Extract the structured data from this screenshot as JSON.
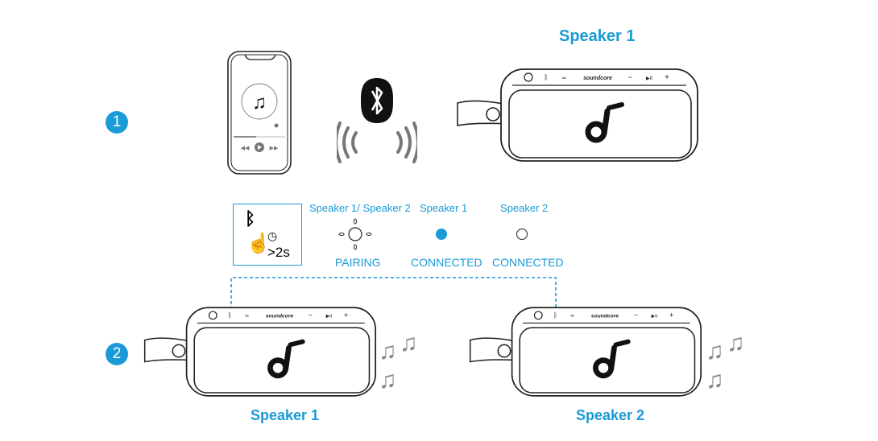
{
  "steps": [
    "1",
    "2"
  ],
  "top_speaker": {
    "title": "Speaker 1"
  },
  "speaker_buttons": {
    "brand": "soundcore",
    "minus": "−",
    "play": "▶II",
    "plus": "+"
  },
  "instruction": {
    "hold_time": ">2s",
    "bluetooth_glyph": "ᛒ"
  },
  "indicators": [
    {
      "label": "Speaker 1/ Speaker 2",
      "state": "PAIRING",
      "light": "blinking"
    },
    {
      "label": "Speaker 1",
      "state": "CONNECTED",
      "light": "solid-blue"
    },
    {
      "label": "Speaker 2",
      "state": "CONNECTED",
      "light": "off"
    }
  ],
  "bottom_speakers": [
    {
      "title": "Speaker 1"
    },
    {
      "title": "Speaker 2"
    }
  ],
  "music_notes": "♫",
  "colors": {
    "accent": "#1a9ad6",
    "ink": "#222222",
    "gray": "#888888"
  }
}
